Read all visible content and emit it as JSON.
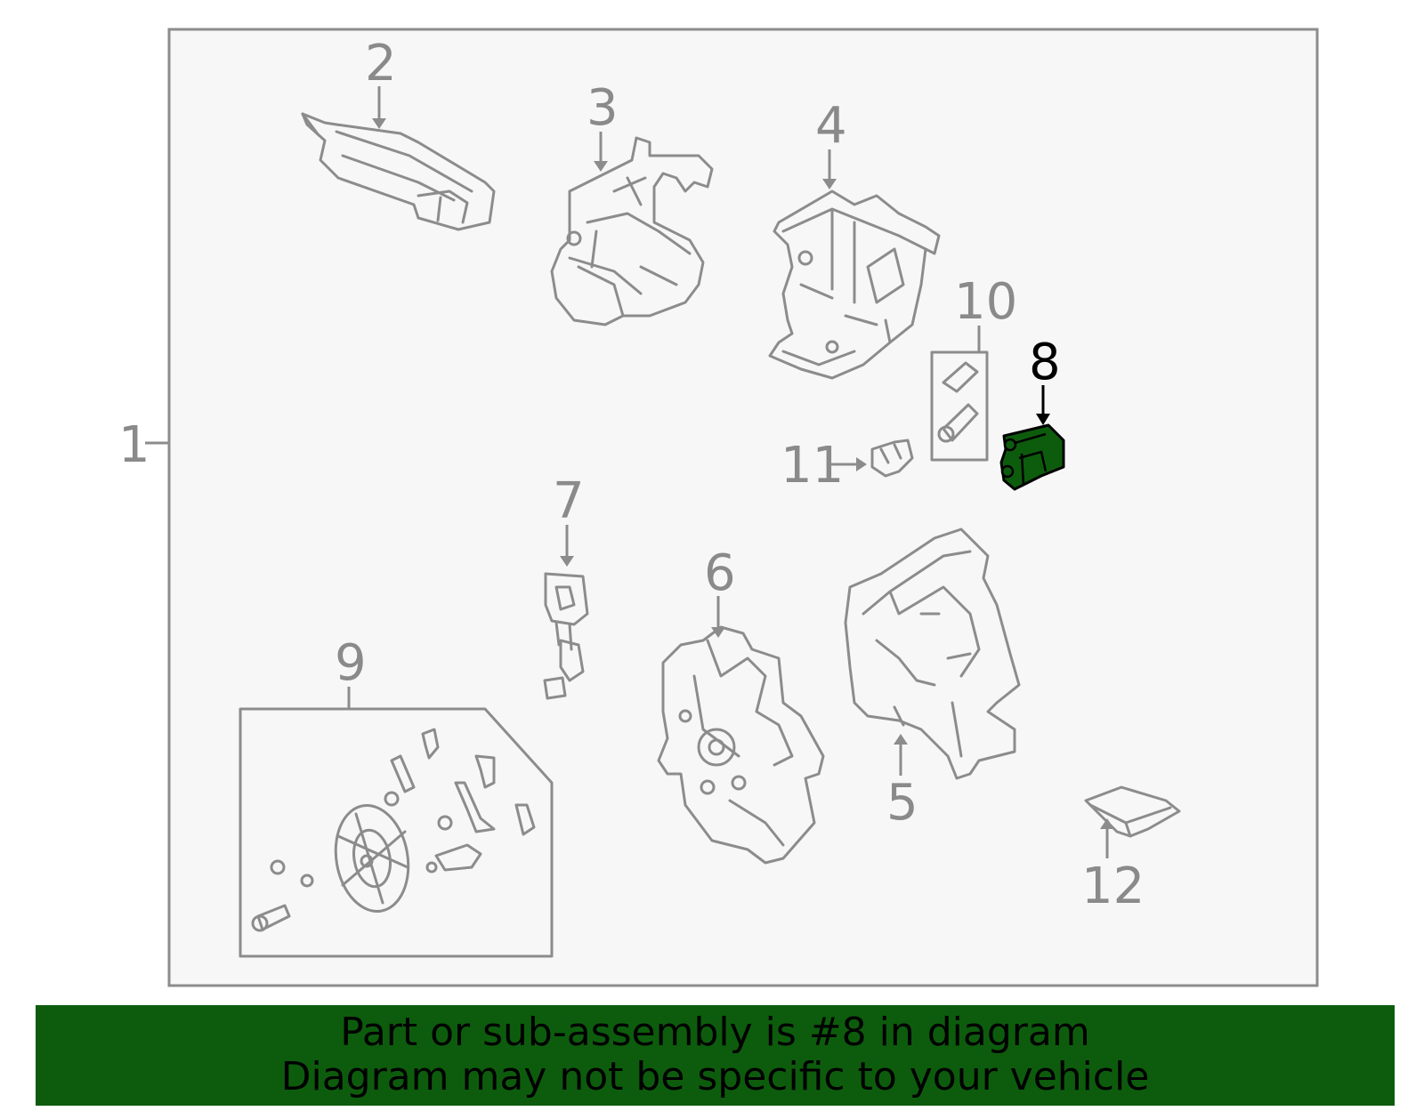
{
  "diagram": {
    "callouts": [
      {
        "id": "1",
        "label": "1"
      },
      {
        "id": "2",
        "label": "2"
      },
      {
        "id": "3",
        "label": "3"
      },
      {
        "id": "4",
        "label": "4"
      },
      {
        "id": "5",
        "label": "5"
      },
      {
        "id": "6",
        "label": "6"
      },
      {
        "id": "7",
        "label": "7"
      },
      {
        "id": "8",
        "label": "8"
      },
      {
        "id": "9",
        "label": "9"
      },
      {
        "id": "10",
        "label": "10"
      },
      {
        "id": "11",
        "label": "11"
      },
      {
        "id": "12",
        "label": "12"
      }
    ],
    "highlighted_part": "8",
    "highlight_color": "#0d5c0d"
  },
  "banner": {
    "line1": "Part or sub-assembly is #8 in diagram",
    "line2": "Diagram may not be specific to your vehicle",
    "background": "#0d5c0d"
  }
}
